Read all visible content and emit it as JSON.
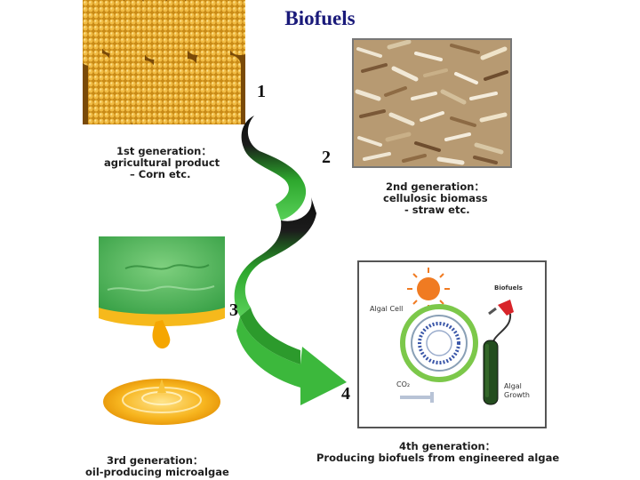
{
  "title": "Biofuels",
  "generations": [
    {
      "number": "1",
      "caption_line1": "1st generation：",
      "caption_line2": "agricultural product",
      "caption_line3": "– Corn etc."
    },
    {
      "number": "2",
      "caption_line1": "2nd generation：",
      "caption_line2": "cellulosic biomass",
      "caption_line3": "- straw etc."
    },
    {
      "number": "3",
      "caption_line1": "3rd generation：",
      "caption_line2": "oil-producing microalgae"
    },
    {
      "number": "4",
      "caption_line1": "4th generation：",
      "caption_line2": "Producing biofuels from engineered algae"
    }
  ],
  "algae_panel": {
    "algal_cell": "Algal Cell",
    "biofuels": "Biofuels",
    "co2": "CO₂",
    "algal": "Algal",
    "growth": "Growth"
  },
  "colors": {
    "title": "#1a1a7a",
    "arrow_dark": "#111111",
    "arrow_green": "#3cb83c",
    "algae_green": "#55bb55",
    "oil_gold": "#f0a000"
  }
}
